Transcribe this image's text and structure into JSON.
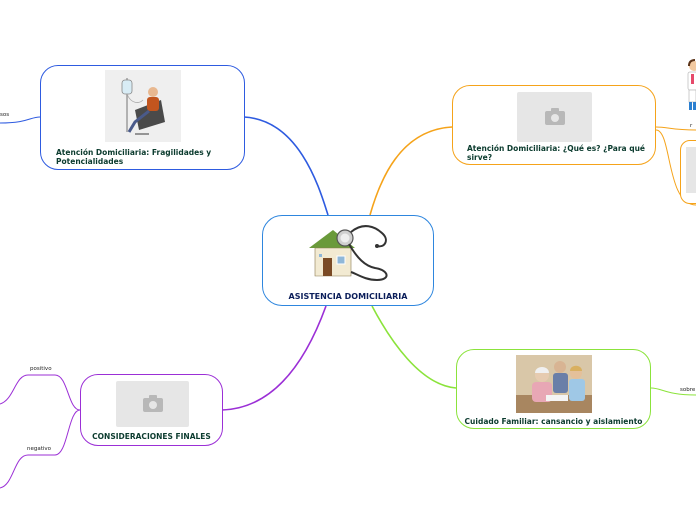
{
  "central": {
    "title": "ASISTENCIA DOMICILIARIA",
    "icon": "house-stethoscope-icon"
  },
  "branches": [
    {
      "id": "fragilidades",
      "label": "Atención Domiciliaria: Fragilidades y Potencialidades",
      "color": "#2e5be0",
      "image": "patient-iv-chair-image"
    },
    {
      "id": "que-es",
      "label": "Atención Domiciliaria: ¿Qué es? ¿Para qué sirve?",
      "color": "#f5a31a",
      "image": "photo-placeholder-icon"
    },
    {
      "id": "cuidado",
      "label": "Cuidado Familiar: cansancio y aislamiento",
      "color": "#8be33b",
      "image": "family-elderly-photo"
    },
    {
      "id": "consideraciones",
      "label": "CONSIDERACIONES FINALES",
      "color": "#9b2fd6",
      "image": "photo-placeholder-icon"
    }
  ],
  "edge_tags": {
    "left_cut": "sos",
    "positivo": "positivo",
    "negativo": "negativo",
    "sobre": "sobre",
    "right_cut": "r"
  }
}
